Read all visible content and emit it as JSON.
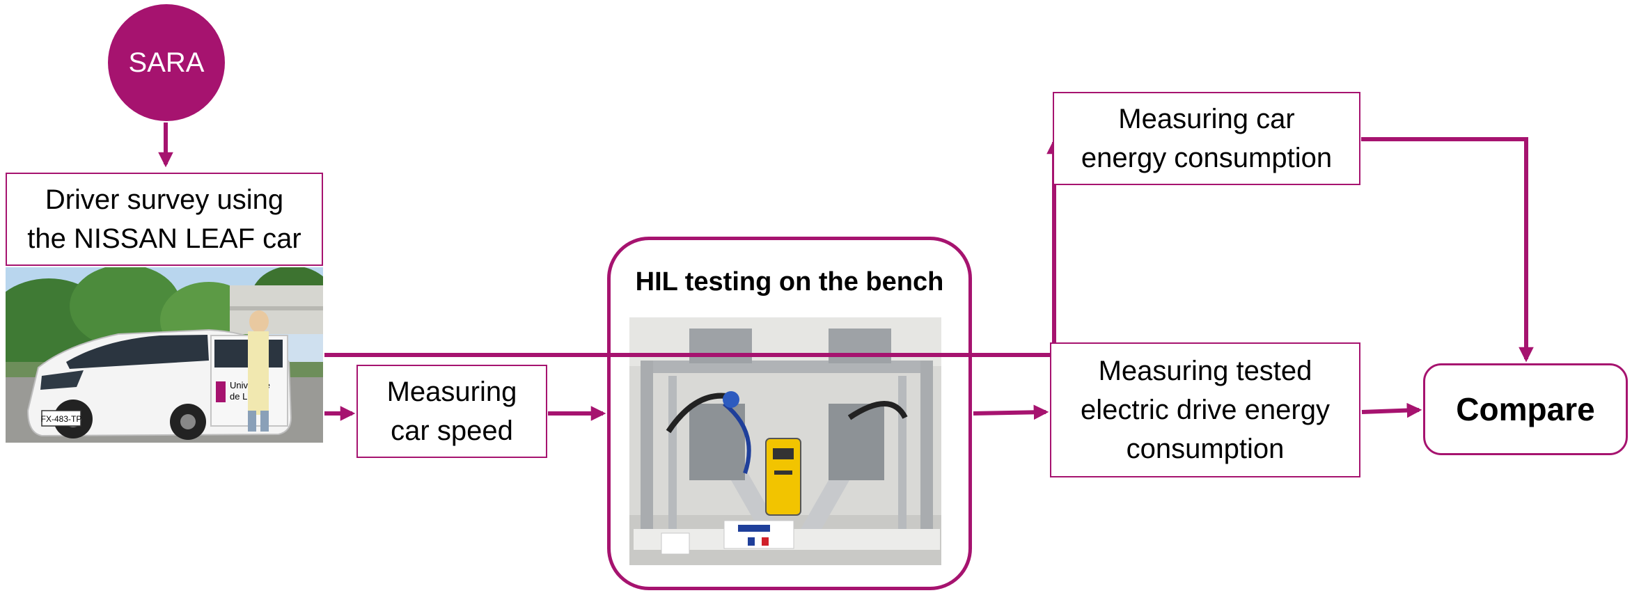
{
  "colors": {
    "accent": "#a6136f"
  },
  "source": {
    "label": "SARA"
  },
  "boxes": {
    "driver_survey": {
      "lines": [
        "Driver survey using",
        "the NISSAN LEAF car"
      ]
    },
    "car_speed": {
      "lines": [
        "Measuring",
        "car speed"
      ]
    },
    "car_energy": {
      "lines": [
        "Measuring car",
        "energy consumption"
      ]
    },
    "drive_energy": {
      "lines": [
        "Measuring tested",
        "electric drive energy",
        "consumption"
      ]
    },
    "compare": {
      "label": "Compare"
    }
  },
  "hil": {
    "title": "HIL testing on the bench"
  },
  "photos": {
    "car": {
      "plate": "FX-483-TP",
      "door_logo": [
        "Université",
        "de Lille"
      ]
    },
    "bench": {}
  }
}
